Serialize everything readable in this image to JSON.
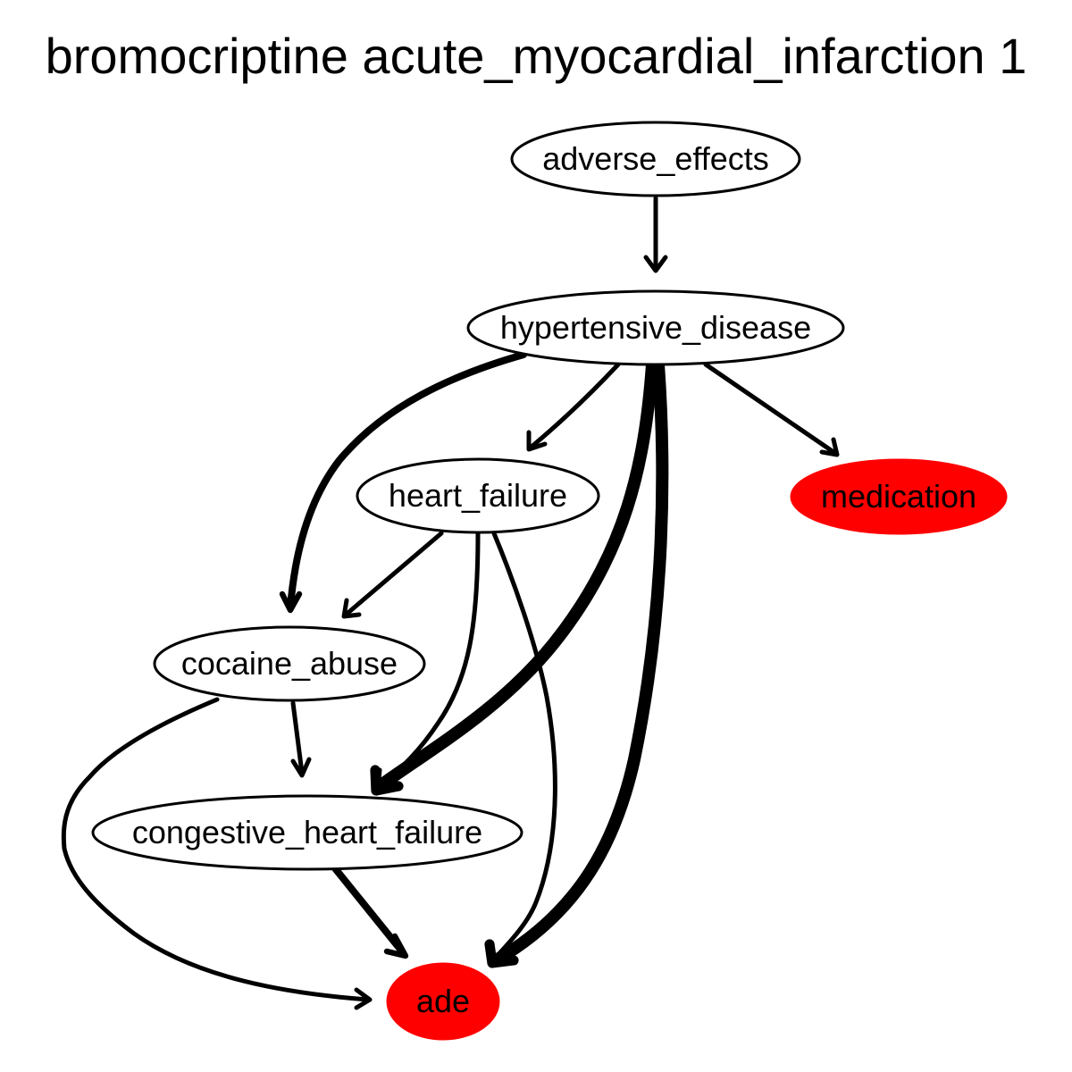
{
  "title": "bromocriptine acute_myocardial_infarction 1",
  "colors": {
    "highlight_fill": "#ff0000",
    "default_fill": "#ffffff",
    "stroke": "#000000"
  },
  "nodes": [
    {
      "id": "adverse_effects",
      "label": "adverse_effects",
      "highlight": false
    },
    {
      "id": "hypertensive_disease",
      "label": "hypertensive_disease",
      "highlight": false
    },
    {
      "id": "heart_failure",
      "label": "heart_failure",
      "highlight": false
    },
    {
      "id": "medication",
      "label": "medication",
      "highlight": true
    },
    {
      "id": "cocaine_abuse",
      "label": "cocaine_abuse",
      "highlight": false
    },
    {
      "id": "congestive_heart_failure",
      "label": "congestive_heart_failure",
      "highlight": false
    },
    {
      "id": "ade",
      "label": "ade",
      "highlight": true
    }
  ],
  "edges": [
    {
      "from": "adverse_effects",
      "to": "hypertensive_disease",
      "weight": "normal"
    },
    {
      "from": "hypertensive_disease",
      "to": "cocaine_abuse",
      "weight": "medium"
    },
    {
      "from": "hypertensive_disease",
      "to": "heart_failure",
      "weight": "normal"
    },
    {
      "from": "hypertensive_disease",
      "to": "congestive_heart_failure",
      "weight": "heavy"
    },
    {
      "from": "hypertensive_disease",
      "to": "ade",
      "weight": "heavy"
    },
    {
      "from": "hypertensive_disease",
      "to": "medication",
      "weight": "normal"
    },
    {
      "from": "heart_failure",
      "to": "cocaine_abuse",
      "weight": "normal"
    },
    {
      "from": "heart_failure",
      "to": "congestive_heart_failure",
      "weight": "normal"
    },
    {
      "from": "heart_failure",
      "to": "ade",
      "weight": "normal"
    },
    {
      "from": "cocaine_abuse",
      "to": "congestive_heart_failure",
      "weight": "normal"
    },
    {
      "from": "cocaine_abuse",
      "to": "ade",
      "weight": "normal"
    },
    {
      "from": "congestive_heart_failure",
      "to": "ade",
      "weight": "medium"
    }
  ]
}
